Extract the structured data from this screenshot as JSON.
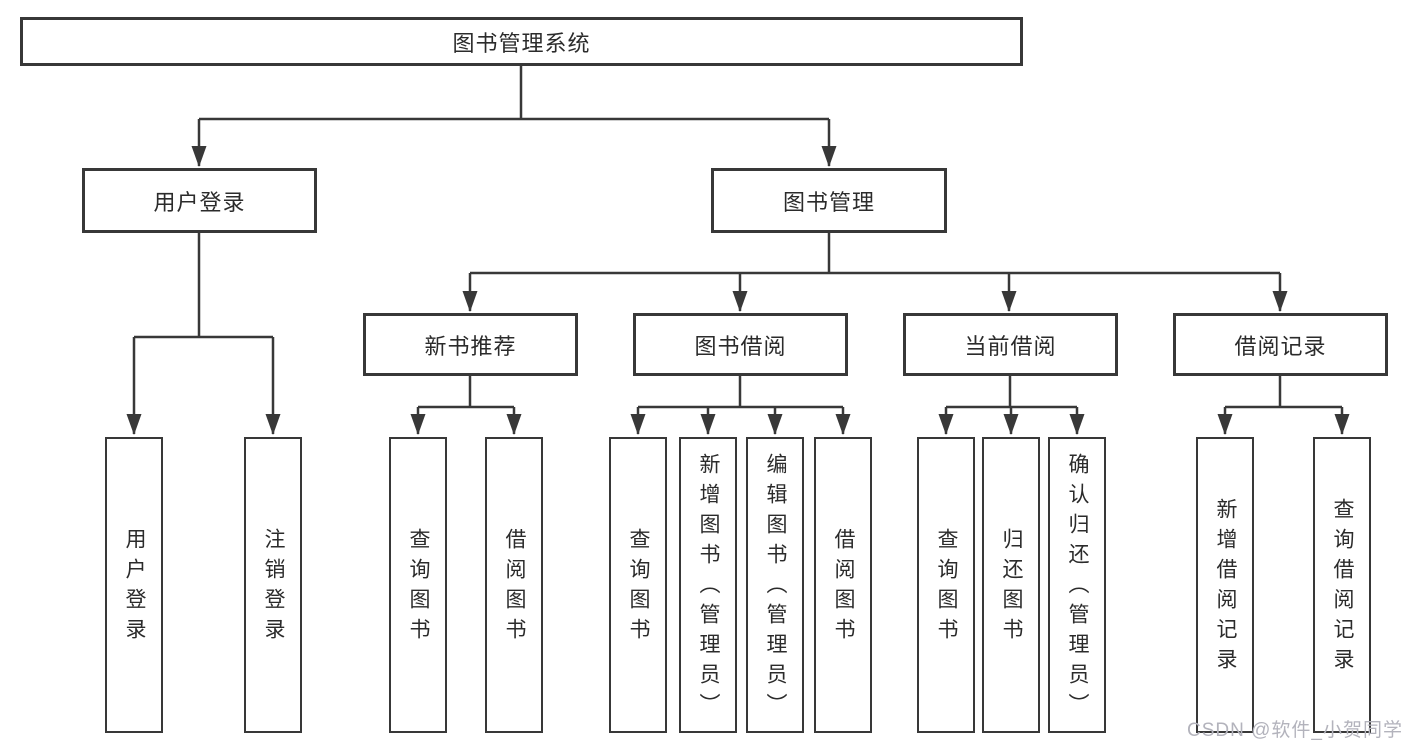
{
  "diagram": {
    "root": {
      "label": "图书管理系统"
    },
    "level2": {
      "user_login": {
        "label": "用户登录"
      },
      "book_management": {
        "label": "图书管理"
      }
    },
    "level3": {
      "new_book_recommend": {
        "label": "新书推荐"
      },
      "book_borrowing": {
        "label": "图书借阅"
      },
      "current_borrowing": {
        "label": "当前借阅"
      },
      "borrowing_records": {
        "label": "借阅记录"
      }
    },
    "leaves": {
      "user_login": {
        "login": "用户登录",
        "logout": "注销登录"
      },
      "new_book_recommend": {
        "query_books": "查询图书",
        "borrow_books": "借阅图书"
      },
      "book_borrowing": {
        "query_books": "查询图书",
        "add_books": "新增图书（管理员）",
        "edit_books": "编辑图书（管理员）",
        "borrow_books": "借阅图书"
      },
      "current_borrowing": {
        "query_books": "查询图书",
        "return_books": "归还图书",
        "confirm_return": "确认归还（管理员）"
      },
      "borrowing_records": {
        "add_record": "新增借阅记录",
        "query_record": "查询借阅记录"
      }
    },
    "watermark": {
      "text": "CSDN @软件_小贺同学"
    },
    "colors": {
      "line": "#383838",
      "text": "#2b2b2b",
      "watermark": "#b3b3bc",
      "background": "#ffffff"
    }
  }
}
